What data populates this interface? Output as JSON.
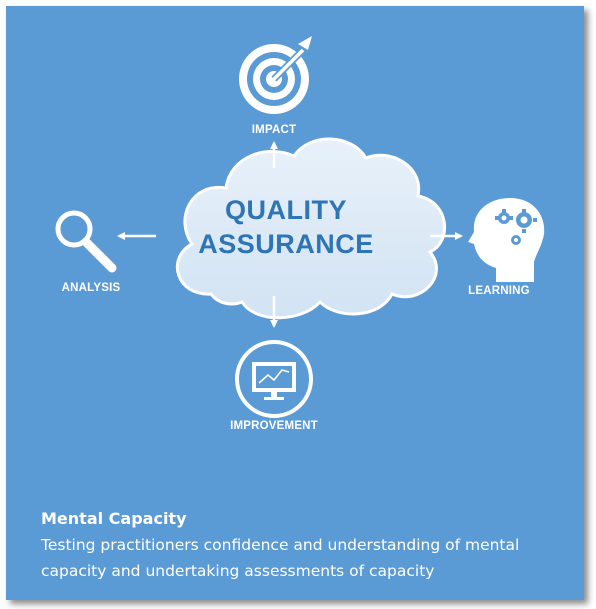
{
  "cloud": {
    "line1": "QUALITY",
    "line2": "ASSURANCE"
  },
  "nodes": {
    "impact": {
      "label": "IMPACT",
      "icon": "target-icon"
    },
    "analysis": {
      "label": "ANALYSIS",
      "icon": "magnifier-icon"
    },
    "learning": {
      "label": "LEARNING",
      "icon": "head-gears-icon"
    },
    "improvement": {
      "label": "IMPROVEMENT",
      "icon": "monitor-chart-icon"
    }
  },
  "caption": {
    "title": "Mental Capacity",
    "body": "Testing practitioners confidence and understanding of mental capacity and undertaking assessments of capacity"
  },
  "colors": {
    "background": "#5b9bd5",
    "cloud_fill": "#dbe9f6",
    "cloud_text": "#2e75b6",
    "foreground": "#ffffff"
  }
}
